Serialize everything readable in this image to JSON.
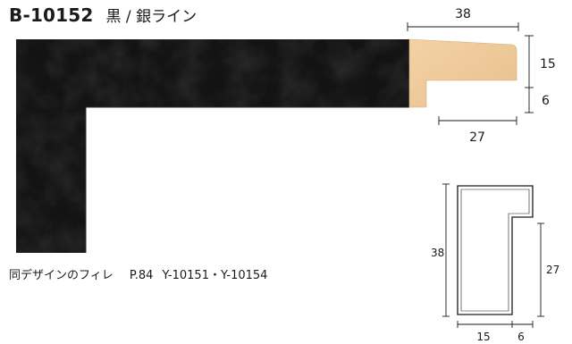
{
  "header": {
    "product_code": "B-10152",
    "product_name": "黒 / 銀ライン"
  },
  "related": {
    "label": "同デザインのフィレ",
    "page_ref": "P.84",
    "models": "Y-10151・Y-10154"
  },
  "profile_dimensions": {
    "width_total": "38",
    "height_top": "15",
    "height_step": "6",
    "width_lower": "27"
  },
  "section_dimensions": {
    "height_total": "38",
    "height_right": "27",
    "width_left": "15",
    "width_step": "6"
  },
  "colors": {
    "frame": "#131313",
    "wood": "#efc999",
    "line": "#1a1a1a"
  }
}
